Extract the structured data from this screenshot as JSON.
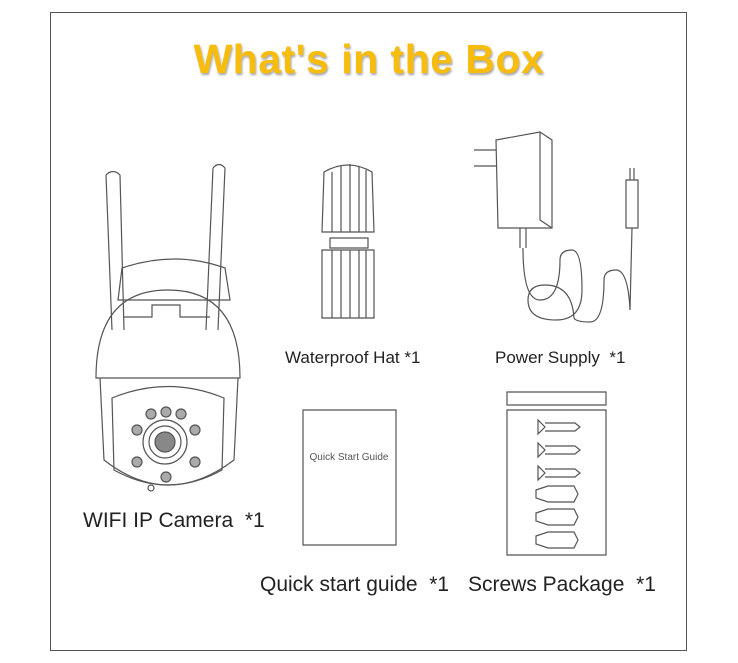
{
  "title": "What's in the Box",
  "items": [
    {
      "name": "WIFI IP Camera",
      "qty": "*1"
    },
    {
      "name": "Waterproof Hat",
      "qty": "*1"
    },
    {
      "name": "Power Supply",
      "qty": "*1"
    },
    {
      "name": "Quick start guide",
      "qty": "*1"
    },
    {
      "name": "Screws Package",
      "qty": "*1"
    }
  ],
  "guide_cover_text": "Quick Start Guide",
  "colors": {
    "title": "#f7bc0c",
    "frame": "#555555"
  }
}
